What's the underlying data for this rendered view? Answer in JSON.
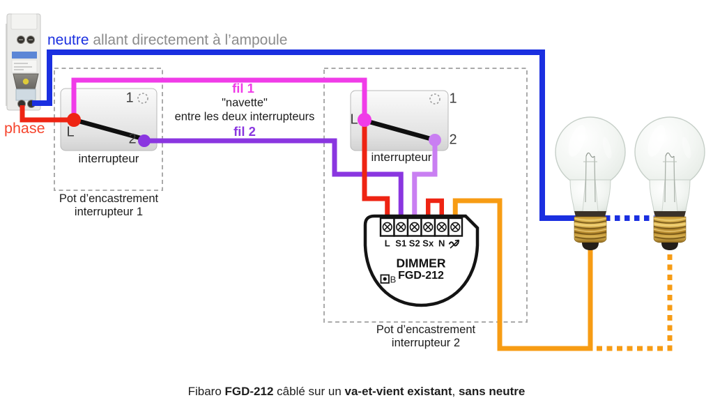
{
  "annotations": {
    "neutral_word": "neutre",
    "neutral_rest": " allant directement à l’ampoule",
    "phase": "phase",
    "fil1": "fil 1",
    "navette": "\"navette\"",
    "between_switches": "entre les deux interrupteurs",
    "fil2": "fil 2"
  },
  "switch1": {
    "label": "interrupteur",
    "terminal_l": "L",
    "terminal_1": "1",
    "terminal_2": "2",
    "pot_line1": "Pot d’encastrement",
    "pot_line2": "interrupteur 1"
  },
  "switch2": {
    "label": "interrupteur",
    "terminal_l": "L",
    "terminal_1": "1",
    "terminal_2": "2",
    "pot_line1": "Pot d’encastrement",
    "pot_line2": "interrupteur 2"
  },
  "dimmer": {
    "name": "DIMMER",
    "model": "FGD-212",
    "service_button": "B",
    "terminals": [
      "L",
      "S1",
      "S2",
      "Sx",
      "N"
    ],
    "load_terminal_icon": "wave-arrow"
  },
  "caption": {
    "part1": "Fibaro ",
    "model": "FGD-212",
    "part2": " câblé sur un ",
    "bold1": "va-et-vient existant",
    "part3": ", ",
    "bold2": "sans neutre"
  },
  "colors": {
    "neutral_blue": "#1a2fe0",
    "phase_red": "#ee2413",
    "phase_text_red": "#f5452e",
    "shuttle_fil1_magenta": "#f03ce8",
    "shuttle_fil2_purple": "#8a36e0",
    "switch2_return_lilac": "#c97ff2",
    "load_orange": "#f79c14",
    "neutral_text_gray": "#8c8c8c"
  }
}
